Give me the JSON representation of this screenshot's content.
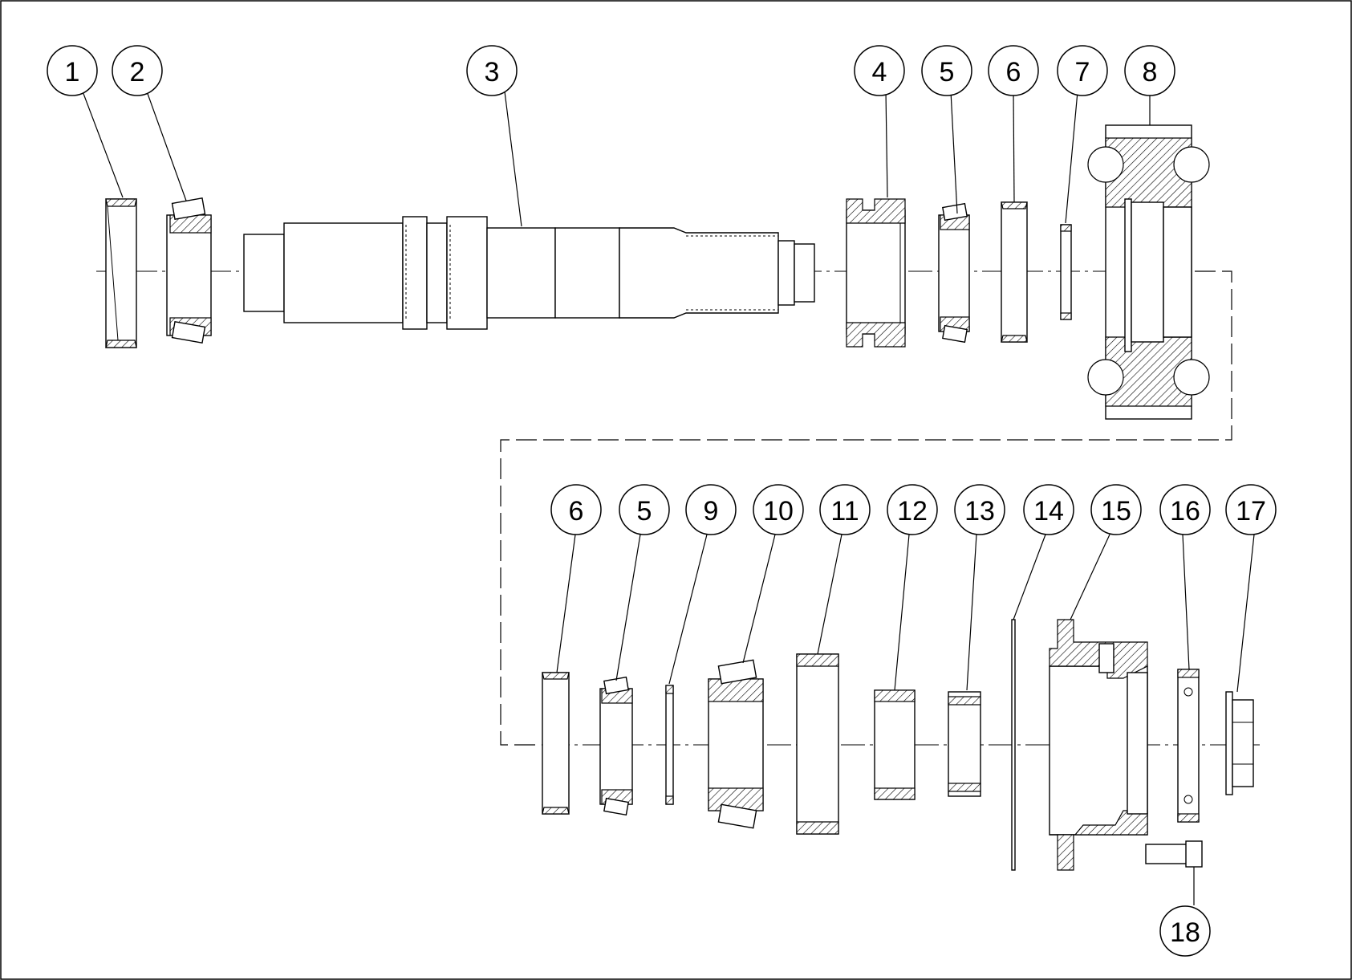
{
  "callouts": {
    "c1": "1",
    "c2": "2",
    "c3": "3",
    "c4": "4",
    "c5a": "5",
    "c6a": "6",
    "c7": "7",
    "c8": "8",
    "c6b": "6",
    "c5b": "5",
    "c9": "9",
    "c10": "10",
    "c11": "11",
    "c12": "12",
    "c13": "13",
    "c14": "14",
    "c15": "15",
    "c16": "16",
    "c17": "17",
    "c18": "18"
  },
  "colors": {
    "line": "#000000",
    "background": "#ffffff"
  }
}
